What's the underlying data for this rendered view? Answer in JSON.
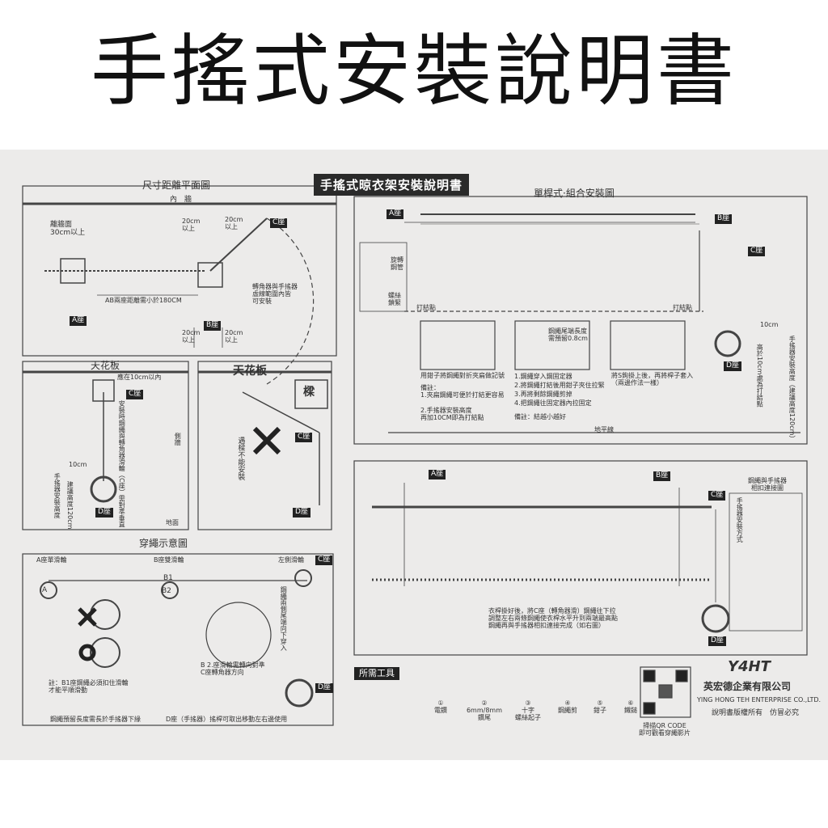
{
  "header": {
    "title": "手搖式安裝說明書"
  },
  "sheet": {
    "title": "手搖式晾衣架安裝說明書",
    "subtitle": "單桿式·組合安裝圖",
    "plan": {
      "title": "尺寸距離平面圖",
      "inner_wall": "內　牆",
      "wall_dist": "離牆面\n30cm以上",
      "gap_a": "20cm\n以上",
      "gap_b": "20cm\n以上",
      "gap_c": "20cm\n以上",
      "gap_d": "20cm\n以上",
      "ab_dist": "AB兩座距離需小於180CM",
      "rotate_note": "轉角器與手搖器\n虛線範圍內皆\n可安裝",
      "tag_a": "A座",
      "tag_b": "B座",
      "tag_c": "C座"
    },
    "ceiling1": {
      "title": "天花板",
      "within": "應在10cm以內",
      "install_note": "安裝時鋼繩與轉角器滑輪（C座）需對準垂直",
      "dist10": "10cm",
      "crank_height": "手搖器安裝高度",
      "rope_height": "建議高度120cm",
      "side_wall": "側牆",
      "floor": "地面",
      "tag_c": "C座",
      "tag_d": "D座"
    },
    "ceiling2": {
      "title": "天花板",
      "beam": "樑",
      "warn": "遇樑不能安裝",
      "tag_c": "C座",
      "tag_d": "D座"
    },
    "threading": {
      "title": "穿繩示意圖",
      "a_single": "A座單滑輪",
      "b_double": "B座雙滑輪",
      "left_pulley": "左側滑輪",
      "tag_c": "C座",
      "tag_d": "D座",
      "right_note": "鋼繩兩側尾端向下穿入",
      "note1": "註：B1座鋼繩必須扣住滑輪\n才能平順滑動",
      "note2": "B 2.座滑輪需轉向對準\nC座轉角器方向",
      "bottom1": "鋼繩預留長度需長於手搖器下緣",
      "bottom2": "D座（手搖器）搖桿可取出移動左右邊使用",
      "label_a": "A",
      "label_b1": "B1",
      "label_b2": "B2"
    },
    "assembly": {
      "tag_a": "A座",
      "tag_b": "B座",
      "tag_c": "C座",
      "tag_d": "D座",
      "rotate_label": "旋轉\n鋼管",
      "screw_label": "螺絲\n鎖緊",
      "knot": "打結點",
      "knot2": "打結點",
      "step1": "用鉗子將鋼繩對折夾扁做記號",
      "step1b": "備註：\n1.夾扁鋼繩可便於打結更容易",
      "step1c": "2.手搖器安裝高度\n再加10CM即為打結點",
      "step2": "鋼繩尾端長度\n需預留0.8cm",
      "step3a": "1.鋼繩穿入鋼固定器",
      "step3b": "2.將鋼繩打結後用鉗子夾住拉緊",
      "step3c": "3.再將剩餘鋼繩剪掉",
      "step3d": "4.把鋼繩往固定器內拉固定",
      "step4": "將S鉤掛上後，再將桿子套入\n（兩邊作法一樣）",
      "remark": "備註：結越小越好",
      "ground": "地平線",
      "dist10": "10cm",
      "crank_note": "手搖器安裝高度（建議高度120cm）",
      "above10": "高於10cm處為打結點"
    },
    "combo": {
      "tag_a": "A座",
      "tag_b": "B座",
      "tag_c": "C座",
      "tag_d": "D座",
      "rope_title": "鋼繩與手搖器\n相扣連接圖",
      "rope_sub": "手搖器安裝方式",
      "desc": "衣桿掛好後，將C座（轉角器滑）鋼繩往下拉\n調整左右兩條鋼繩使衣桿水平升到兩端最高點\n鋼繩再與手搖器相扣連接完成（如右圖）"
    },
    "tools": {
      "title": "所需工具",
      "items": [
        {
          "num": "①",
          "name": "電鑽"
        },
        {
          "num": "②",
          "name": "6mm/8mm\n鑽尾"
        },
        {
          "num": "③",
          "name": "十字\n螺絲起子"
        },
        {
          "num": "④",
          "name": "鋼繩剪"
        },
        {
          "num": "⑤",
          "name": "鉗子"
        },
        {
          "num": "⑥",
          "name": "鐵鎚"
        }
      ],
      "qr_caption": "掃描QR CODE\n即可觀看穿繩影片"
    },
    "company": {
      "logo": "Y4HT",
      "name": "英宏德企業有限公司",
      "name_en": "YING HONG TEH ENTERPRISE CO.,LTD.",
      "rights": "說明書版權所有　仿冒必究"
    }
  }
}
